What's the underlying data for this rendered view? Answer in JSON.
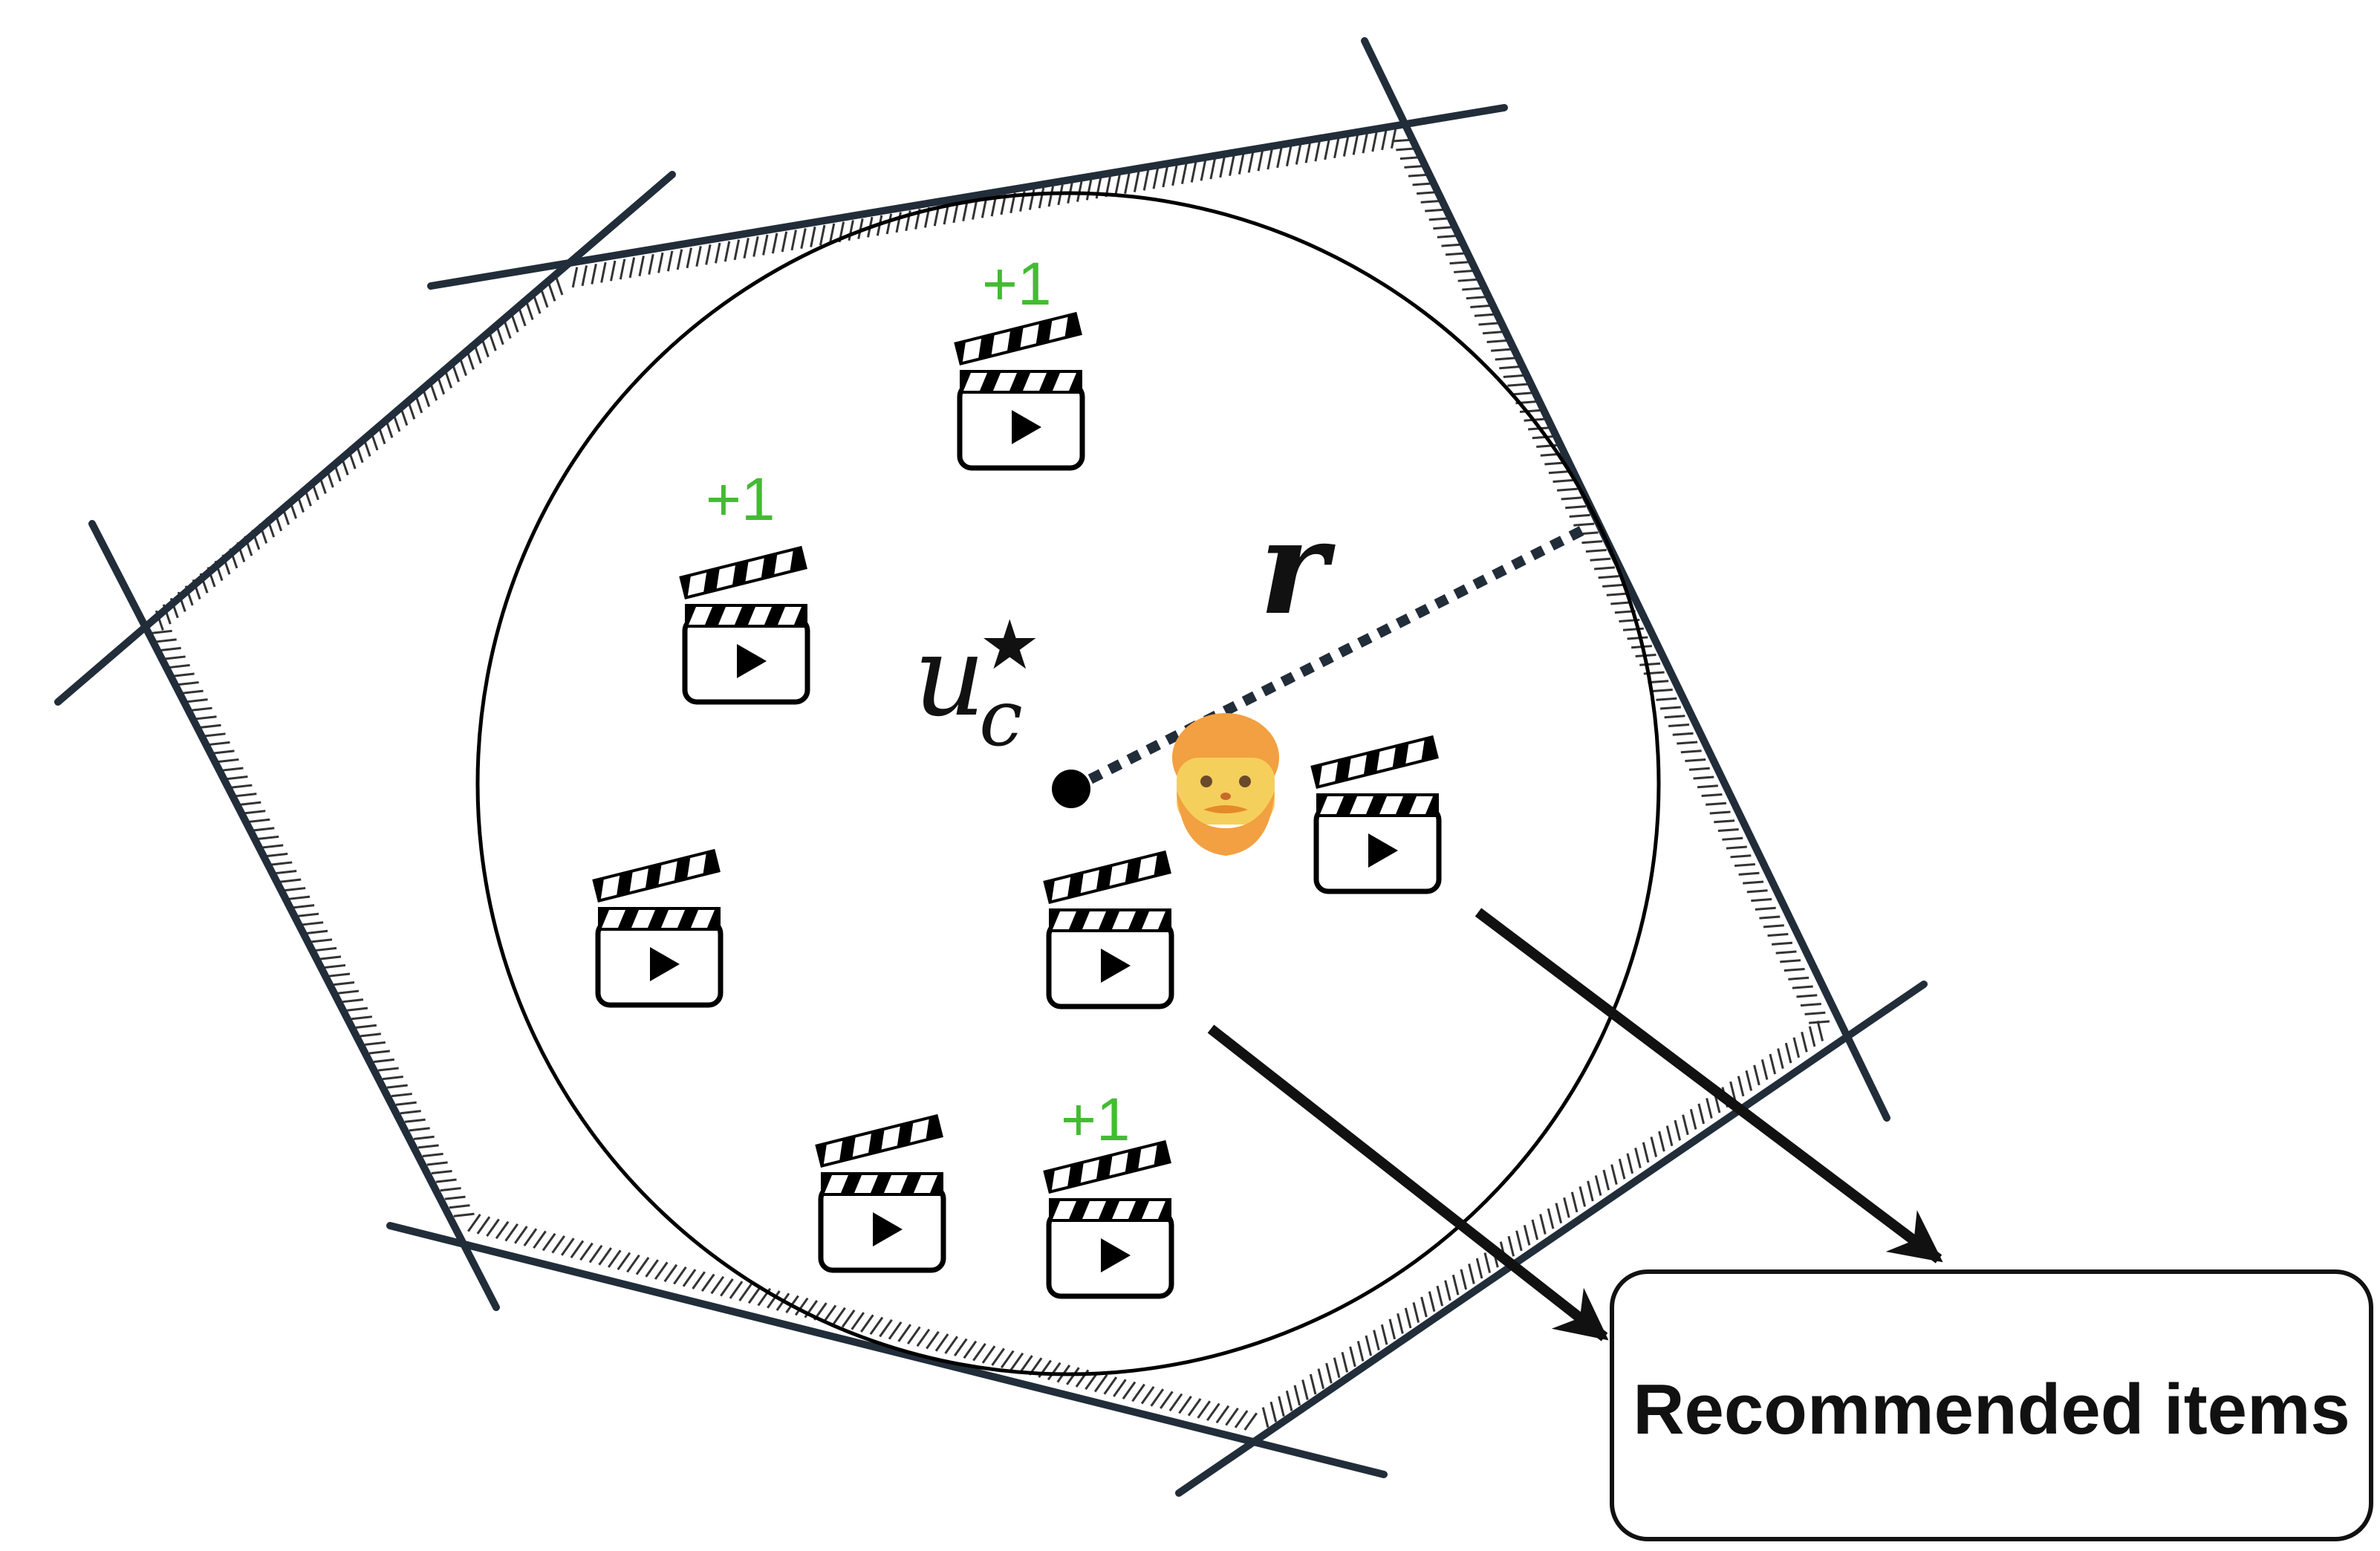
{
  "center_label": {
    "base": "u",
    "subscript": "c",
    "superscript": "★"
  },
  "radius_label": "r",
  "item_badge": "+1",
  "recommended_box": {
    "label": "Recommended items"
  },
  "icons": {
    "movie": "clapperboard-icon",
    "user": "user-face-icon"
  },
  "colors": {
    "hull": "#222d3a",
    "badge": "#44bb33",
    "arrow": "#111111",
    "user_face": "#f5cf5c",
    "user_hair": "#f2a041"
  }
}
